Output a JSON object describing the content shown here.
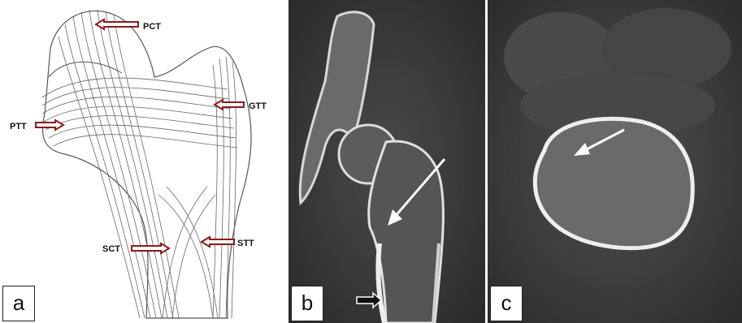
{
  "panels": {
    "a": {
      "label": "a",
      "annotations": {
        "pct": "PCT",
        "gtt": "GTT",
        "ptt": "PTT",
        "sct": "SCT",
        "stt": "STT"
      },
      "arrow_color": "#8b1a1a"
    },
    "b": {
      "label": "b"
    },
    "c": {
      "label": "c"
    }
  },
  "colors": {
    "diagram_line": "#555555",
    "ct_bone": "#e8e8e8",
    "arrow_white": "#ffffff"
  }
}
